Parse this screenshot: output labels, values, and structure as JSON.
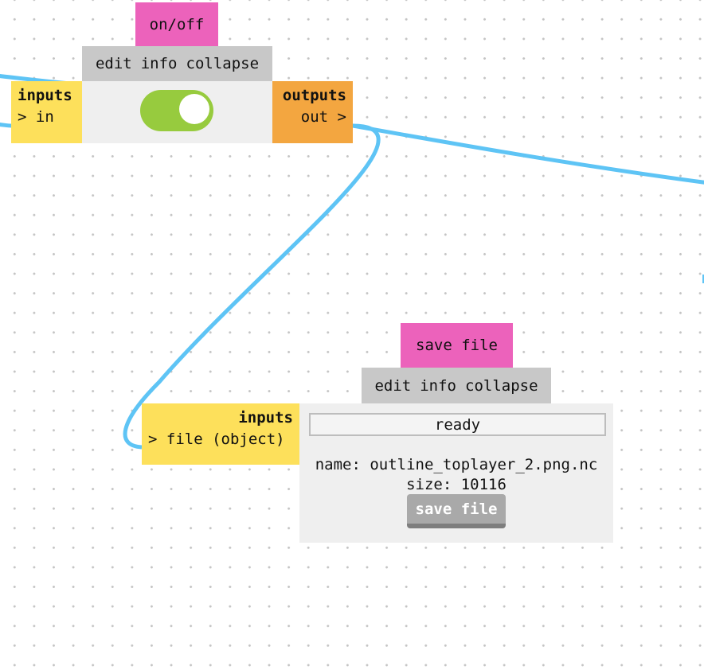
{
  "colors": {
    "title": "#ec62bb",
    "menubar": "#c8c8c8",
    "inputs": "#fde05b",
    "outputs": "#f3a640",
    "panel": "#efefef",
    "toggle_on": "#97cb3e",
    "wire": "#5ec4f5"
  },
  "nodes": {
    "onoff": {
      "title": "on/off",
      "menu": {
        "edit": "edit",
        "info": "info",
        "collapse": "collapse"
      },
      "inputs": {
        "heading": "inputs",
        "ports": [
          "> in"
        ]
      },
      "outputs": {
        "heading": "outputs",
        "ports": [
          "out >"
        ]
      },
      "toggle": {
        "state": "on"
      }
    },
    "save_file": {
      "title": "save file",
      "menu": {
        "edit": "edit",
        "info": "info",
        "collapse": "collapse"
      },
      "inputs": {
        "heading": "inputs",
        "ports": [
          "> file (object)"
        ]
      },
      "status": "ready",
      "file_name": "name: outline_toplayer_2.png.nc",
      "file_size": "size: 10116",
      "button_label": "save file"
    }
  }
}
